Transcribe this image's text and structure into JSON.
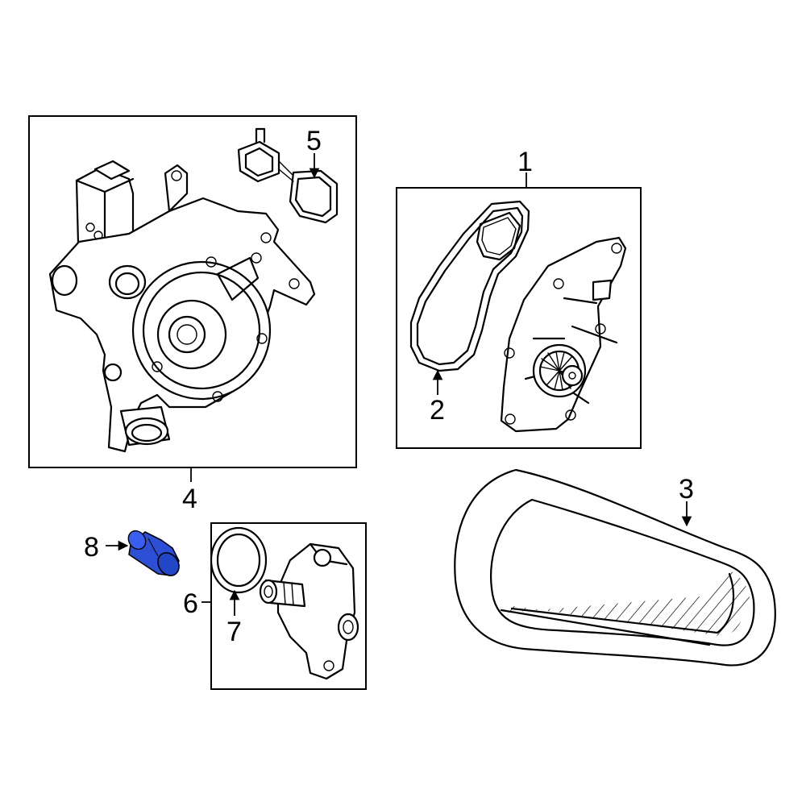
{
  "callouts": {
    "c1": "1",
    "c2": "2",
    "c3": "3",
    "c4": "4",
    "c5": "5",
    "c6": "6",
    "c7": "7",
    "c8": "8"
  },
  "colors": {
    "line": "#000000",
    "background": "#ffffff",
    "highlight_part": "#2d4fd6"
  },
  "highlighted_part": "8"
}
